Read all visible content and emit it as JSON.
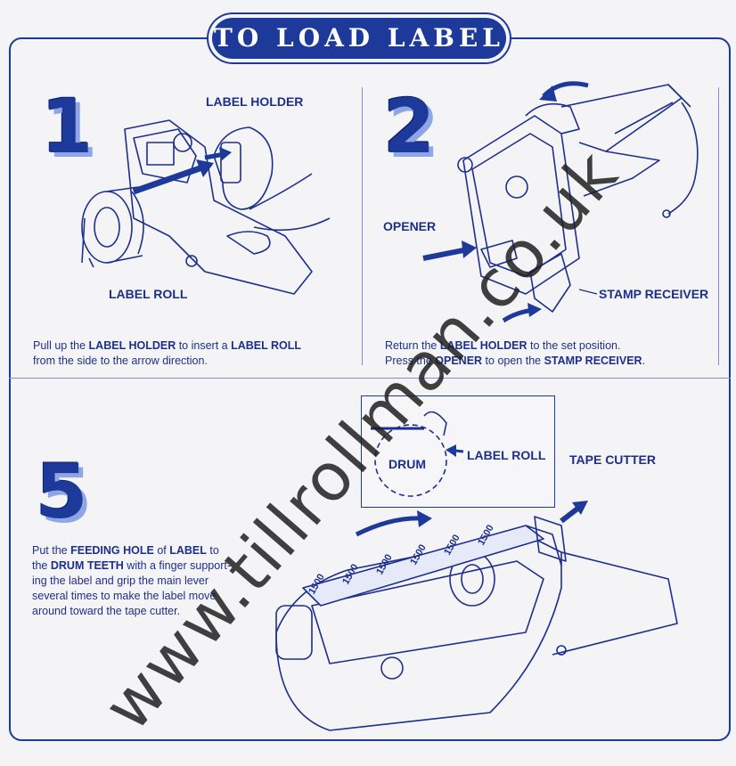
{
  "title": "TO LOAD LABEL",
  "panels": {
    "step1": {
      "number": "1",
      "callouts": {
        "label_holder": "LABEL HOLDER",
        "label_roll": "LABEL ROLL"
      },
      "caption": {
        "t1": "Pull up the ",
        "b1": "LABEL HOLDER",
        "t2": " to insert a ",
        "b2": "LABEL ROLL",
        "t3": "from the side to the arrow direction."
      }
    },
    "step2": {
      "number": "2",
      "callouts": {
        "opener": "OPENER",
        "stamp_receiver": "STAMP RECEIVER"
      },
      "caption": {
        "t1": "Return the ",
        "b1": "LABEL HOLDER",
        "t2": " to the set position.",
        "t3": "Press the ",
        "b2": "OPENER",
        "t4": " to open the ",
        "b3": "STAMP RECEIVER",
        "t5": "."
      }
    },
    "step5": {
      "number": "5",
      "callouts": {
        "drum": "DRUM",
        "label_roll": "LABEL ROLL",
        "tape_cutter": "TAPE CUTTER"
      },
      "caption": {
        "t1": "Put the ",
        "b1": "FEEDING HOLE",
        "t2": " of ",
        "b2": "LABEL",
        "t3": " to",
        "t4": "the ",
        "b3": "DRUM TEETH",
        "t5": " with a finger support-",
        "l3": "ing the label and grip the main lever",
        "l4": "several times to make the label move",
        "l5": "around toward the tape cutter."
      },
      "label_prices": [
        "1500",
        "1500",
        "1500",
        "1500",
        "1500",
        "1500"
      ]
    }
  },
  "watermark": "www.tillrollman.co.uk",
  "colors": {
    "ink": "#1d2f8c",
    "accent": "#1d3a9a",
    "paper": "#f4f4f6"
  }
}
